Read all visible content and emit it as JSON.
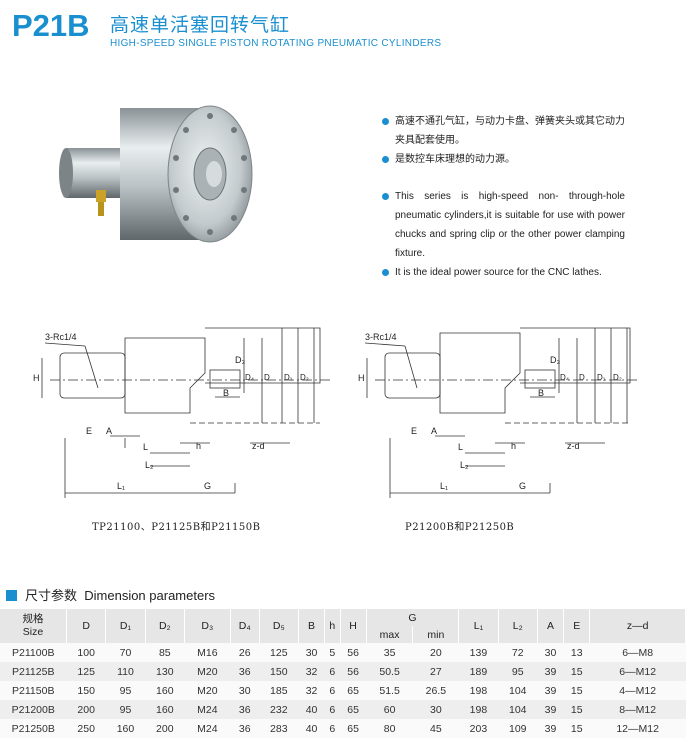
{
  "header": {
    "code": "P21B",
    "title_cn": "高速单活塞回转气缸",
    "title_en": "HIGH-SPEED SINGLE PISTON ROTATING PNEUMATIC CYLINDERS"
  },
  "bullets": [
    {
      "text": "高速不通孔气缸，与动力卡盘、弹簧夹头或其它动力夹具配套使用。"
    },
    {
      "text": "是数控车床理想的动力源。"
    },
    {
      "text": "This series is high-speed non- through-hole pneumatic cylinders,it is suitable for use with power chucks and spring clip or the other power clamping fixture."
    },
    {
      "text": "It is the ideal power source for the CNC lathes."
    }
  ],
  "drawings": {
    "port_label": "3-Rc1/4",
    "labels": {
      "H": "H",
      "E": "E",
      "A": "A",
      "L": "L",
      "L2": "L₂",
      "L1": "L₁",
      "G": "G",
      "B": "B",
      "h": "h",
      "zd": "z-d",
      "D3": "D₃",
      "D4": "D₄",
      "D": "D",
      "D1": "D₁",
      "D2": "D₂"
    },
    "caption_left": "TP21100、P21125B和P21150B",
    "caption_right": "P21200B和P21250B"
  },
  "section": {
    "title_cn": "尺寸参数",
    "title_en": "Dimension parameters"
  },
  "table": {
    "size_cn": "规格",
    "size_en": "Size",
    "columns": [
      "D",
      "D₁",
      "D₂",
      "D₃",
      "D₄",
      "D₅",
      "B",
      "h",
      "H",
      "G",
      "L₁",
      "L₂",
      "A",
      "E",
      "z—d"
    ],
    "g_sub": [
      "max",
      "min"
    ],
    "rows": [
      [
        "P21100B",
        "100",
        "70",
        "85",
        "M16",
        "26",
        "125",
        "30",
        "5",
        "56",
        "35",
        "20",
        "139",
        "72",
        "30",
        "13",
        "6—M8"
      ],
      [
        "P21125B",
        "125",
        "110",
        "130",
        "M20",
        "36",
        "150",
        "32",
        "6",
        "56",
        "50.5",
        "27",
        "189",
        "95",
        "39",
        "15",
        "6—M12"
      ],
      [
        "P21150B",
        "150",
        "95",
        "160",
        "M20",
        "30",
        "185",
        "32",
        "6",
        "65",
        "51.5",
        "26.5",
        "198",
        "104",
        "39",
        "15",
        "4—M12"
      ],
      [
        "P21200B",
        "200",
        "95",
        "160",
        "M24",
        "36",
        "232",
        "40",
        "6",
        "65",
        "60",
        "30",
        "198",
        "104",
        "39",
        "15",
        "8—M12"
      ],
      [
        "P21250B",
        "250",
        "160",
        "200",
        "M24",
        "36",
        "283",
        "40",
        "6",
        "65",
        "80",
        "45",
        "203",
        "109",
        "39",
        "15",
        "12—M12"
      ]
    ]
  },
  "colors": {
    "accent": "#1a8fd0",
    "header_bg": "#e6e6e6",
    "row_alt": "#eeeeee"
  }
}
